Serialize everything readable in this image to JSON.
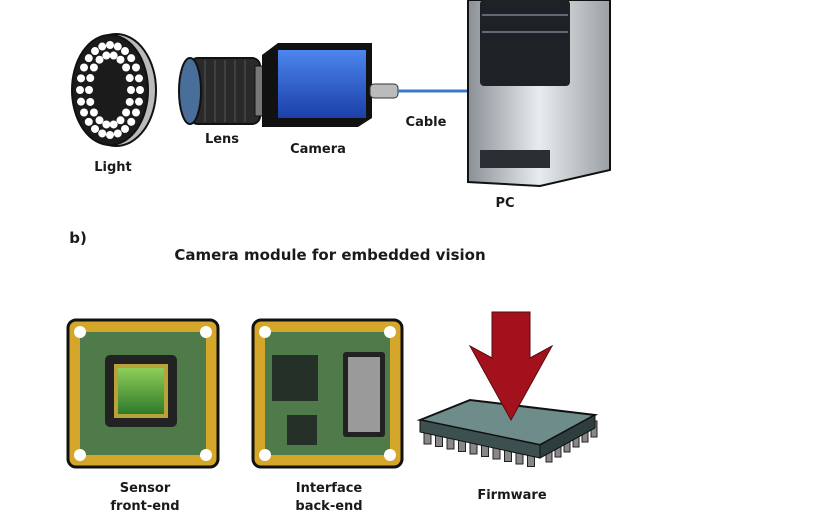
{
  "part_a": {
    "labels": {
      "light": "Light",
      "lens": "Lens",
      "camera": "Camera",
      "cable": "Cable",
      "pc": "PC"
    }
  },
  "part_b": {
    "marker": "b)",
    "title": "Camera module for embedded vision",
    "labels": {
      "sensor_line1": "Sensor",
      "sensor_line2": "front-end",
      "interface_line1": "Interface",
      "interface_line2": "back-end",
      "firmware": "Firmware"
    }
  },
  "colors": {
    "camera_blue": "#2f5fd0",
    "cable_blue": "#3a78c8",
    "pcb_green": "#4f7a4a",
    "pcb_gold": "#d4a62a",
    "arrow_red": "#a3121c"
  }
}
